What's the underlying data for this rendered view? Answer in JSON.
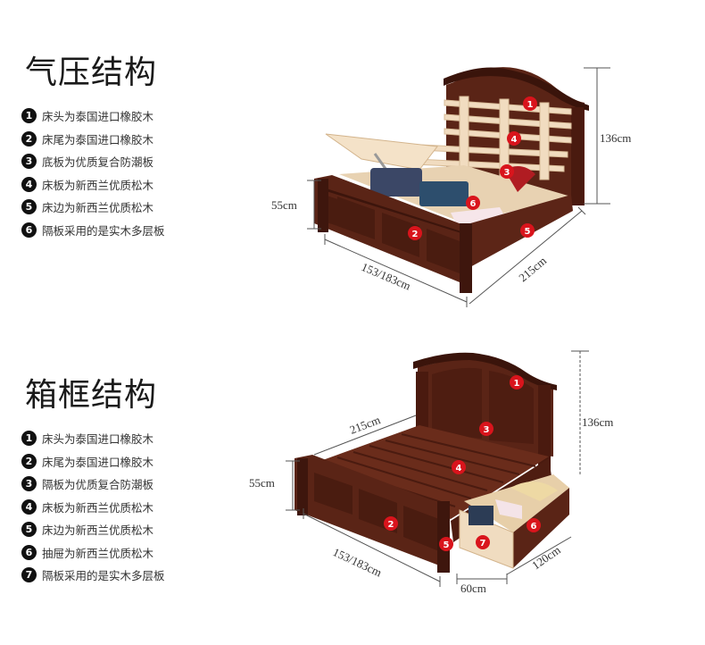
{
  "sections": [
    {
      "title": "气压结构",
      "items": [
        {
          "num": "1",
          "text": "床头为泰国进口橡胶木"
        },
        {
          "num": "2",
          "text": "床尾为泰国进口橡胶木"
        },
        {
          "num": "3",
          "text": "底板为优质复合防潮板"
        },
        {
          "num": "4",
          "text": "床板为新西兰优质松木"
        },
        {
          "num": "5",
          "text": "床边为新西兰优质松木"
        },
        {
          "num": "6",
          "text": "隔板采用的是实木多层板"
        }
      ],
      "dims": {
        "height": "136cm",
        "foot_height": "55cm",
        "width": "153/183cm",
        "length": "215cm"
      },
      "callouts": [
        "1",
        "2",
        "3",
        "4",
        "5",
        "6"
      ]
    },
    {
      "title": "箱框结构",
      "items": [
        {
          "num": "1",
          "text": "床头为泰国进口橡胶木"
        },
        {
          "num": "2",
          "text": "床尾为泰国进口橡胶木"
        },
        {
          "num": "3",
          "text": "隔板为优质复合防潮板"
        },
        {
          "num": "4",
          "text": "床板为新西兰优质松木"
        },
        {
          "num": "5",
          "text": "床边为新西兰优质松木"
        },
        {
          "num": "6",
          "text": "抽屉为新西兰优质松木"
        },
        {
          "num": "7",
          "text": "隔板采用的是实木多层板"
        }
      ],
      "dims": {
        "height": "136cm",
        "foot_height": "55cm",
        "width": "153/183cm",
        "length": "215cm",
        "drawer_depth": "120cm",
        "drawer_width": "60cm"
      },
      "callouts": [
        "1",
        "2",
        "3",
        "4",
        "5",
        "6",
        "7"
      ]
    }
  ],
  "colors": {
    "wood_dark": "#4a1e12",
    "wood_mid": "#6b2d1c",
    "slat": "#f1dcc0",
    "callout": "#d9141c",
    "dim_line": "#555555"
  }
}
